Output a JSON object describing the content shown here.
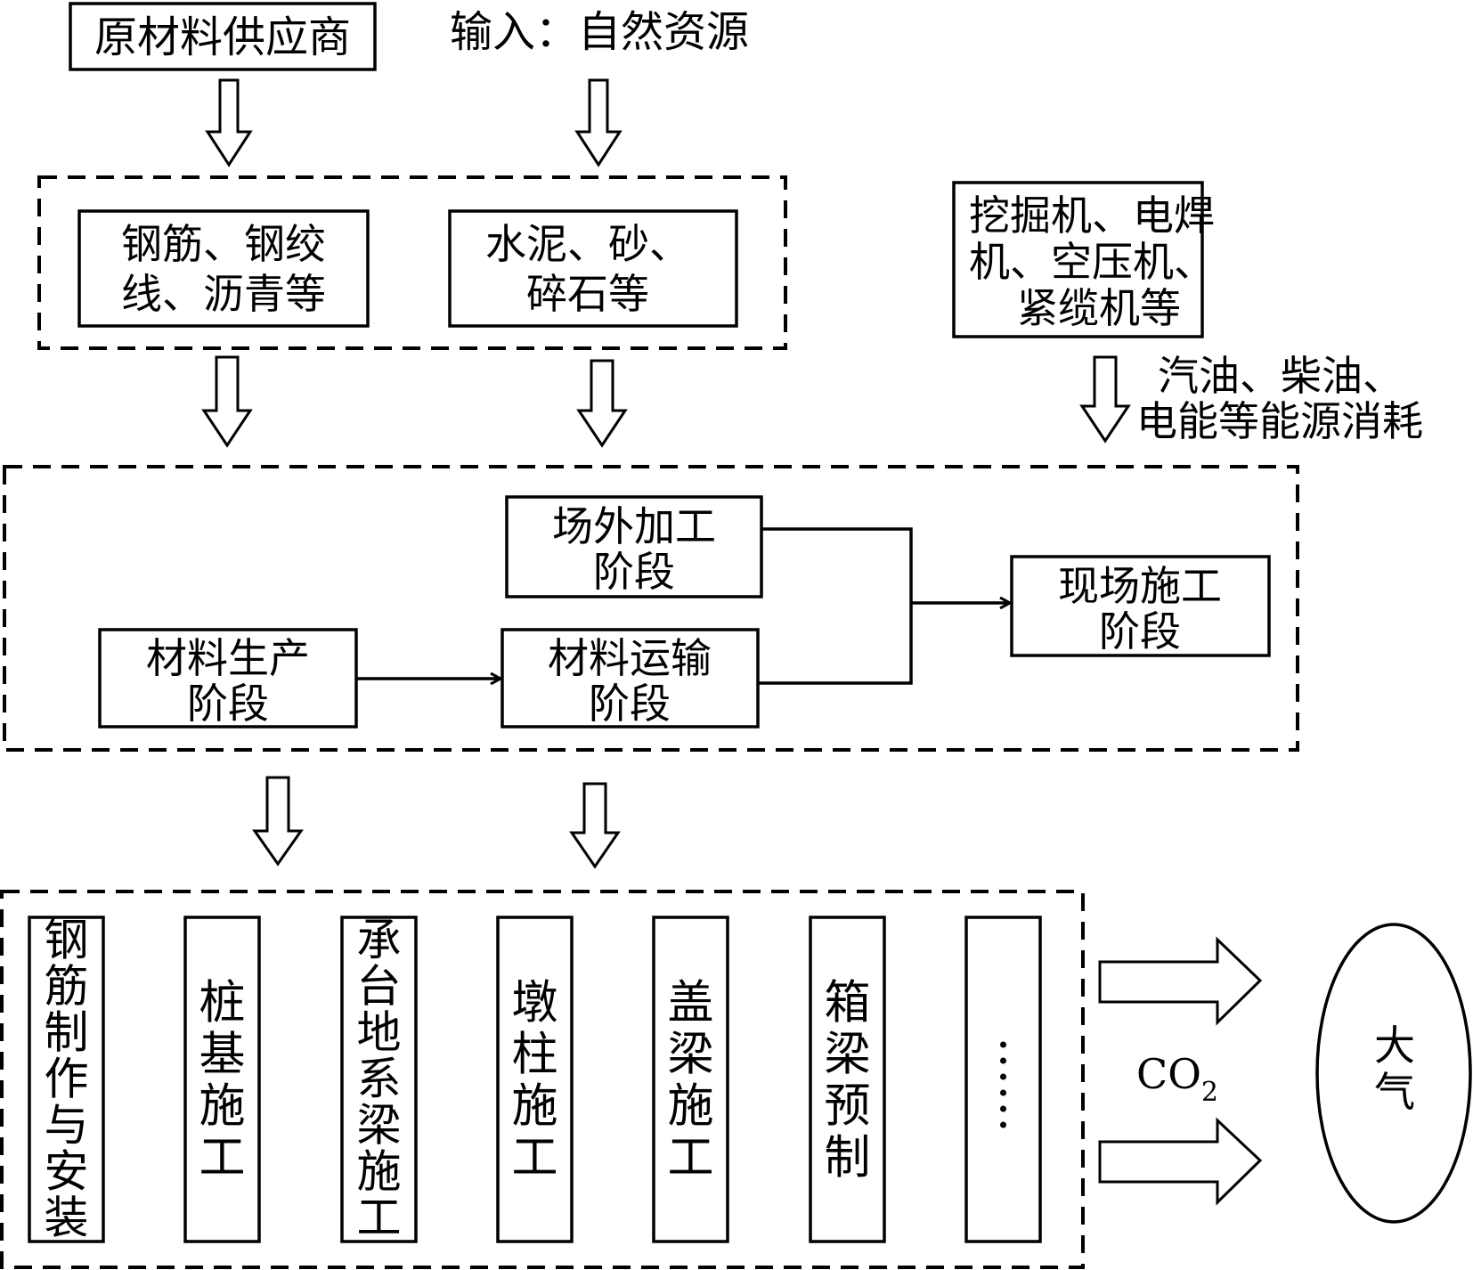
{
  "diagram": {
    "supplier": {
      "label": "原材料供应商"
    },
    "input": {
      "label": "输入：自然资源"
    },
    "materials": {
      "steel": {
        "lines": [
          "钢筋、钢绞",
          "线、沥青等"
        ]
      },
      "cement": {
        "lines": [
          "水泥、砂、",
          "碎石等"
        ]
      }
    },
    "machinery": {
      "lines": [
        "挖掘机、电焊",
        "机、空压机、",
        "紧缆机等"
      ]
    },
    "energy": {
      "lines": [
        "汽油、柴油、",
        "电能等能源消耗"
      ]
    },
    "stages": {
      "production": {
        "lines": [
          "材料生产",
          "阶段"
        ]
      },
      "transport": {
        "lines": [
          "材料运输",
          "阶段"
        ]
      },
      "offsite": {
        "lines": [
          "场外加工",
          "阶段"
        ]
      },
      "onsite": {
        "lines": [
          "现场施工",
          "阶段"
        ]
      }
    },
    "processes": [
      {
        "label": "钢筋制作与安装"
      },
      {
        "label": "桩基施工"
      },
      {
        "label": "承台地系梁施工"
      },
      {
        "label": "墩柱施工"
      },
      {
        "label": "盖梁施工"
      },
      {
        "label": "箱梁预制"
      },
      {
        "label": "⋮"
      }
    ],
    "emission": {
      "main": "CO",
      "sub": "2"
    },
    "atmosphere": {
      "label": "大气"
    }
  }
}
